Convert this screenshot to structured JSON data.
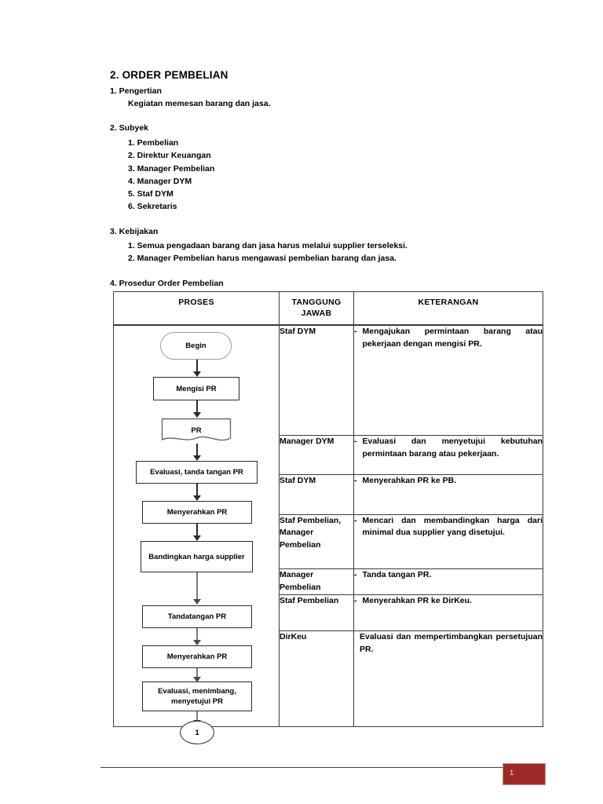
{
  "document": {
    "title": "2. ORDER PEMBELIAN",
    "sections": [
      {
        "heading": "1. Pengertian",
        "paragraph": "Kegiatan memesan barang dan jasa."
      },
      {
        "heading": "2. Subyek",
        "items": [
          "1. Pembelian",
          "2. Direktur Keuangan",
          "3. Manager Pembelian",
          "4. Manager DYM",
          "5. Staf DYM",
          "6. Sekretaris"
        ]
      },
      {
        "heading": "3. Kebijakan",
        "items": [
          "1. Semua pengadaan barang dan jasa harus melalui supplier terseleksi.",
          "2. Manager Pembelian harus mengawasi pembelian barang dan jasa."
        ]
      },
      {
        "heading": "4. Prosedur Order Pembelian"
      }
    ]
  },
  "table": {
    "headers": {
      "proses": "PROSES",
      "tanggung_jawab_line1": "TANGGUNG",
      "tanggung_jawab_line2": "JAWAB",
      "keterangan": "KETERANGAN"
    },
    "rows": [
      {
        "tanggung_jawab": "Staf DYM",
        "dash": "-",
        "keterangan": "Mengajukan permintaan barang atau pekerjaan dengan mengisi PR.",
        "has_bullet": true
      },
      {
        "tanggung_jawab": "Manager DYM",
        "dash": "-",
        "keterangan": "Evaluasi dan menyetujui kebutuhan permintaan barang atau pekerjaan.",
        "has_bullet": true
      },
      {
        "tanggung_jawab": "Staf DYM",
        "dash": "-",
        "keterangan": "Menyerahkan PR ke PB.",
        "has_bullet": true
      },
      {
        "tanggung_jawab": "Staf Pembelian, Manager Pembelian",
        "dash": "-",
        "keterangan": "Mencari dan membandingkan harga dari minimal dua supplier yang disetujui.",
        "has_bullet": true
      },
      {
        "tanggung_jawab": "Manager Pembelian",
        "dash": "-",
        "keterangan": "Tanda tangan PR.",
        "has_bullet": true
      },
      {
        "tanggung_jawab": "Staf Pembelian",
        "dash": "-",
        "keterangan": "Menyerahkan PR ke DirKeu.",
        "has_bullet": true
      },
      {
        "tanggung_jawab": "DirKeu",
        "dash": "",
        "keterangan": "Evaluasi dan mempertimbangkan persetujuan PR.",
        "has_bullet": false
      }
    ]
  },
  "flowchart": {
    "nodes": [
      {
        "id": "begin",
        "shape": "terminator",
        "label": "Begin"
      },
      {
        "id": "mengisi-pr",
        "shape": "process",
        "label": "Mengisi PR"
      },
      {
        "id": "pr-doc",
        "shape": "document",
        "label": "PR"
      },
      {
        "id": "evaluasi-ttd",
        "shape": "process",
        "label": "Evaluasi, tanda tangan PR"
      },
      {
        "id": "menyerahkan-pr-1",
        "shape": "process",
        "label": "Menyerahkan PR"
      },
      {
        "id": "bandingkan-harga",
        "shape": "process",
        "label": "Bandingkan harga supplier"
      },
      {
        "id": "tandatangan-pr",
        "shape": "process",
        "label": "Tandatangan PR"
      },
      {
        "id": "menyerahkan-pr-2",
        "shape": "process",
        "label": "Menyerahkan PR"
      },
      {
        "id": "evaluasi-menimbang",
        "shape": "process",
        "label": "Evaluasi, menimbang, menyetujui PR"
      },
      {
        "id": "connector-1",
        "shape": "connector",
        "label": "1"
      }
    ]
  },
  "footer": {
    "page_number": "1",
    "accent_color": "#9c2b28"
  }
}
